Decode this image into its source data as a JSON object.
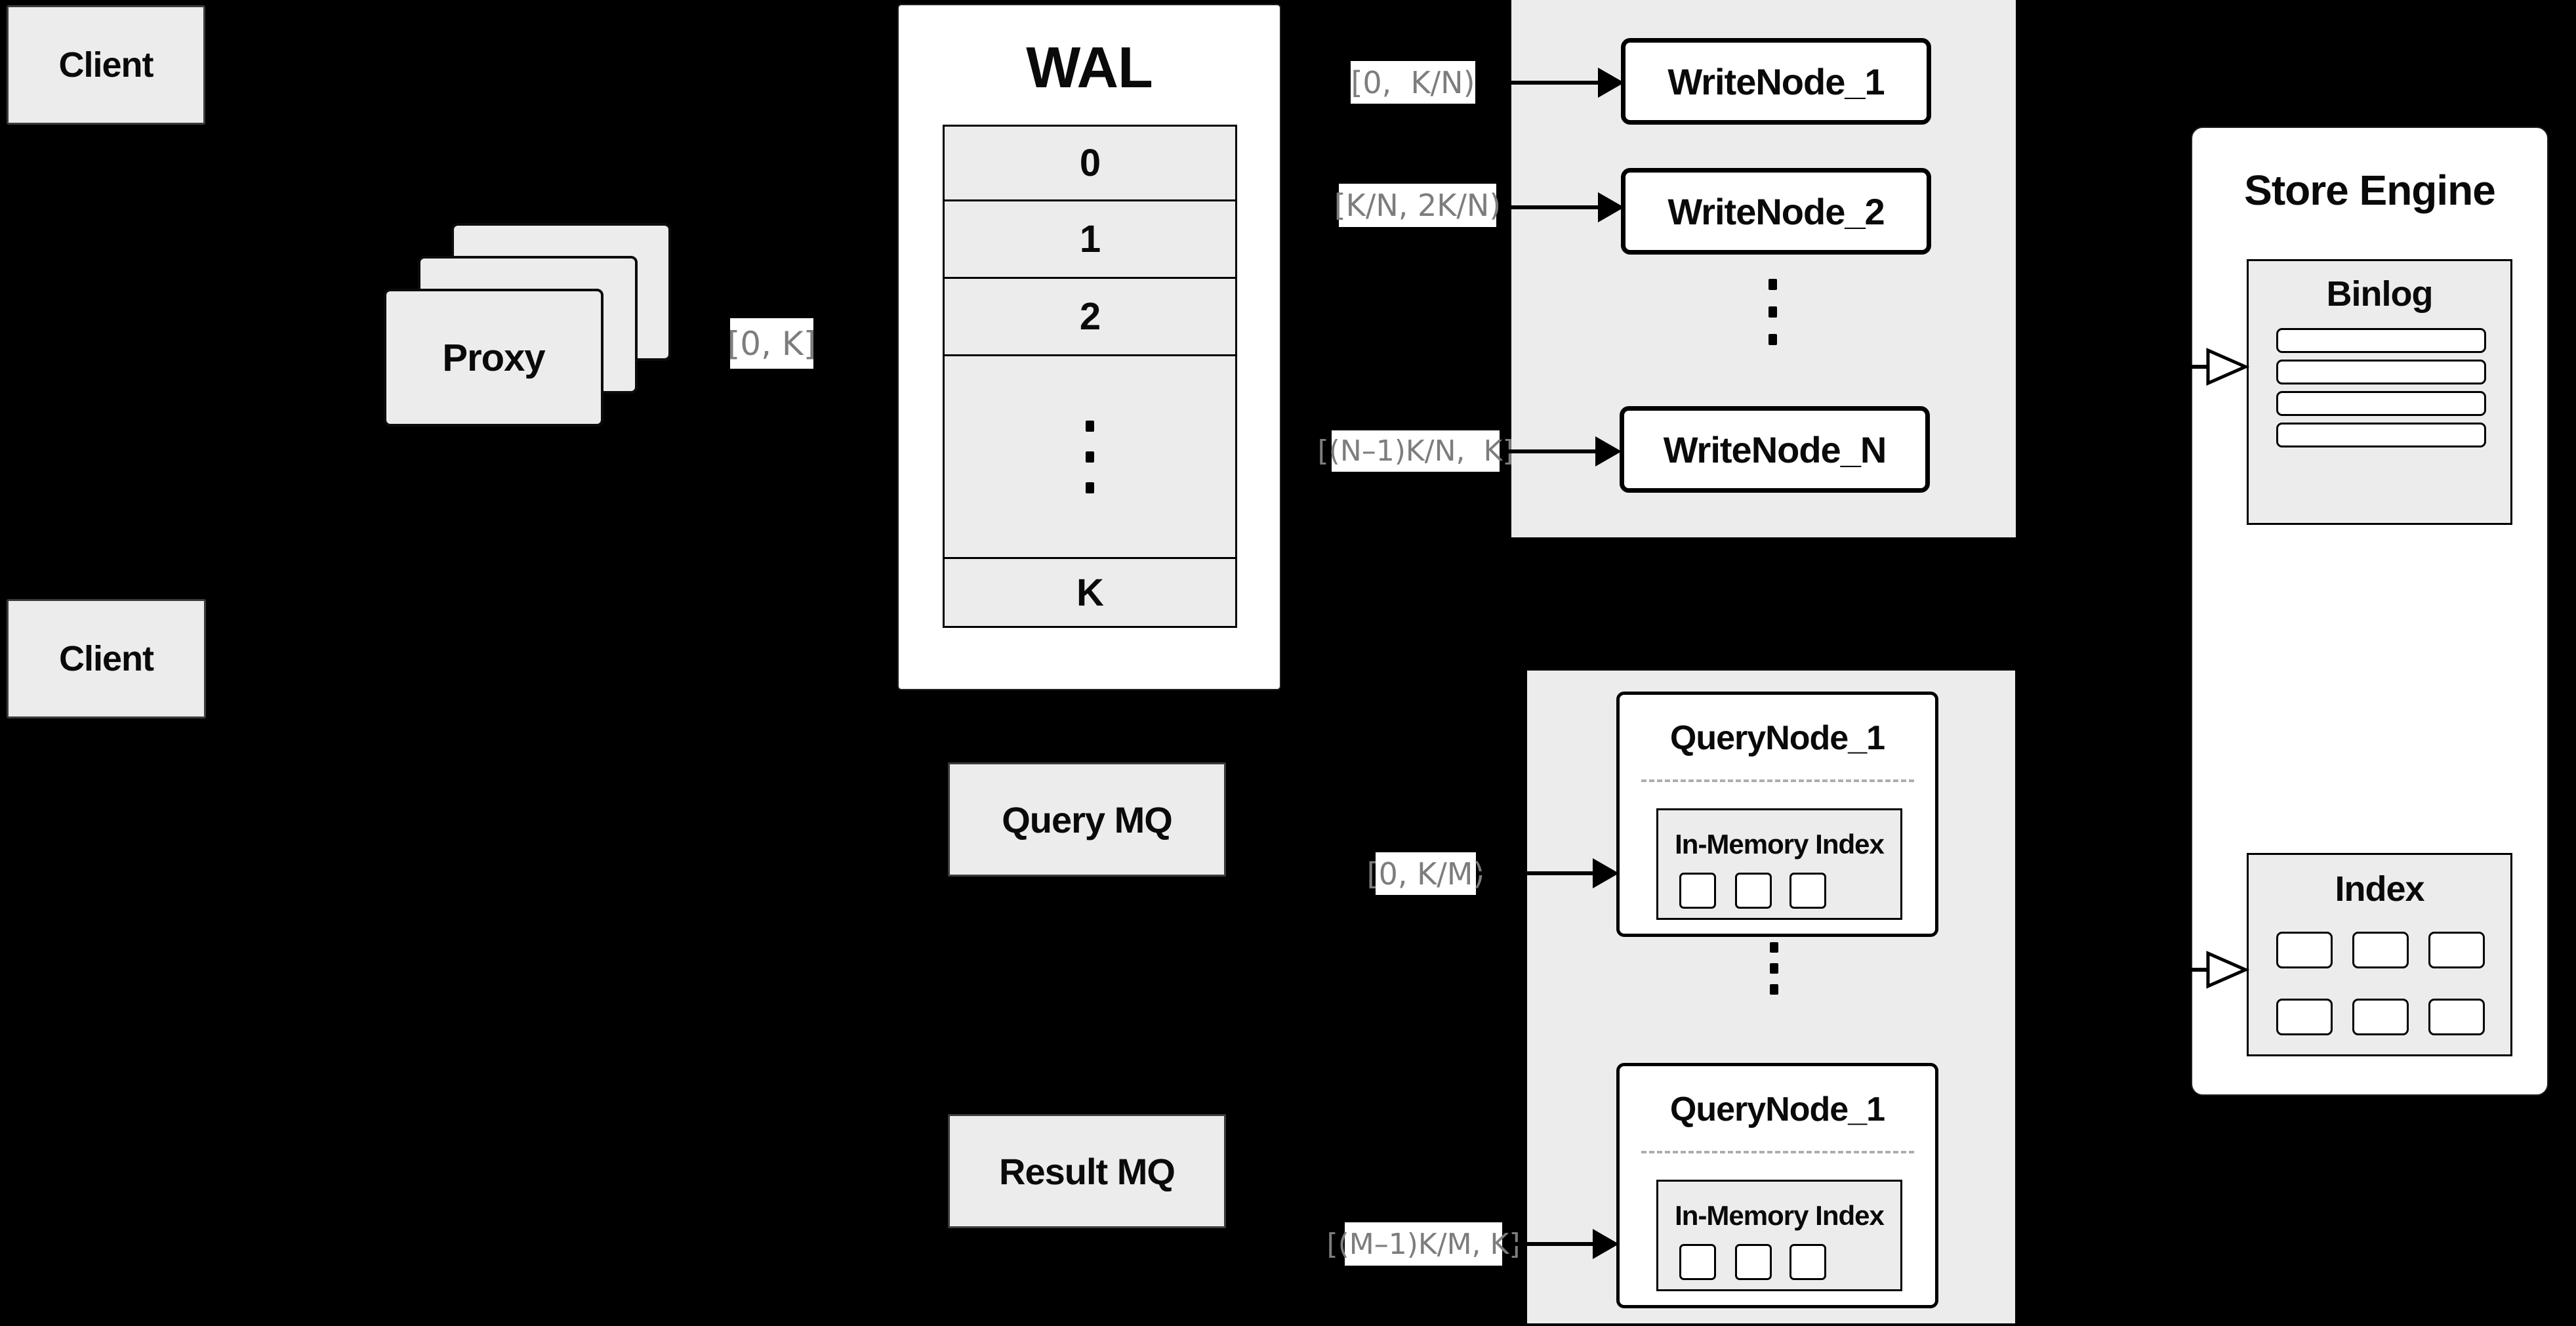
{
  "colors": {
    "background": "#000000",
    "panel_gray": "#ececec",
    "panel_white": "#ffffff",
    "label_text": "#7d7d7d",
    "line": "#000000"
  },
  "clients": {
    "top": "Client",
    "bottom": "Client"
  },
  "proxy": {
    "label": "Proxy"
  },
  "range_labels": {
    "proxy_out": "[0, K]",
    "write_1": "[0,  K/N)",
    "write_2": "[K/N, 2K/N)",
    "write_n": "[(N–1)K/N,  K]",
    "query_1": "[0, K/M)",
    "query_m": "[(M–1)K/M, K]"
  },
  "wal": {
    "title": "WAL",
    "rows": [
      "0",
      "1",
      "2"
    ],
    "last_row": "K"
  },
  "message_queues": {
    "query": "Query MQ",
    "result": "Result MQ"
  },
  "write_nodes": {
    "node_1": "WriteNode_1",
    "node_2": "WriteNode_2",
    "node_n": "WriteNode_N"
  },
  "query_nodes": {
    "top": {
      "title": "QueryNode_1",
      "index_title": "In-Memory Index"
    },
    "bottom": {
      "title": "QueryNode_1",
      "index_title": "In-Memory Index"
    }
  },
  "store_engine": {
    "title": "Store Engine",
    "binlog_title": "Binlog",
    "index_title": "Index"
  }
}
